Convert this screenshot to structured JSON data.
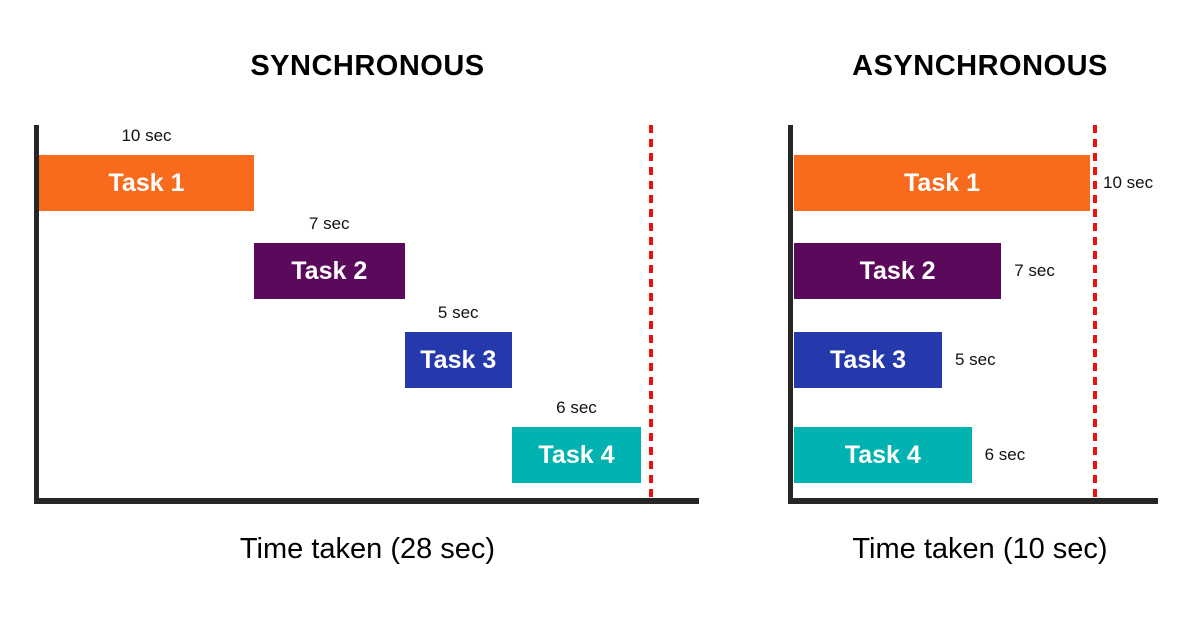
{
  "figure": {
    "background": "#FFFFFF",
    "axis_color": "#262626",
    "text_color": "#000000"
  },
  "chart_data": [
    {
      "type": "gantt",
      "title": "SYNCHRONOUS",
      "xlabel": "Time taken (28 sec)",
      "total_sec": 28,
      "scheduling": "sequential",
      "deadline_sec": 28,
      "deadline_color": "#EE1010",
      "duration_label_position": "above",
      "tasks": [
        {
          "name": "Task 1",
          "duration_sec": 10,
          "duration_label": "10 sec",
          "color": "#F86A1C"
        },
        {
          "name": "Task 2",
          "duration_sec": 7,
          "duration_label": "7 sec",
          "color": "#5B0A5B"
        },
        {
          "name": "Task 3",
          "duration_sec": 5,
          "duration_label": "5 sec",
          "color": "#2539AC"
        },
        {
          "name": "Task 4",
          "duration_sec": 6,
          "duration_label": "6 sec",
          "color": "#00B2B0"
        }
      ]
    },
    {
      "type": "gantt",
      "title": "ASYNCHRONOUS",
      "xlabel": "Time taken (10 sec)",
      "total_sec": 10,
      "scheduling": "parallel",
      "deadline_sec": 10,
      "deadline_color": "#EE1010",
      "duration_label_position": "right",
      "tasks": [
        {
          "name": "Task 1",
          "duration_sec": 10,
          "duration_label": "10 sec",
          "color": "#F86A1C"
        },
        {
          "name": "Task 2",
          "duration_sec": 7,
          "duration_label": "7 sec",
          "color": "#5B0A5B"
        },
        {
          "name": "Task 3",
          "duration_sec": 5,
          "duration_label": "5 sec",
          "color": "#2539AC"
        },
        {
          "name": "Task 4",
          "duration_sec": 6,
          "duration_label": "6 sec",
          "color": "#00B2B0"
        }
      ]
    }
  ]
}
